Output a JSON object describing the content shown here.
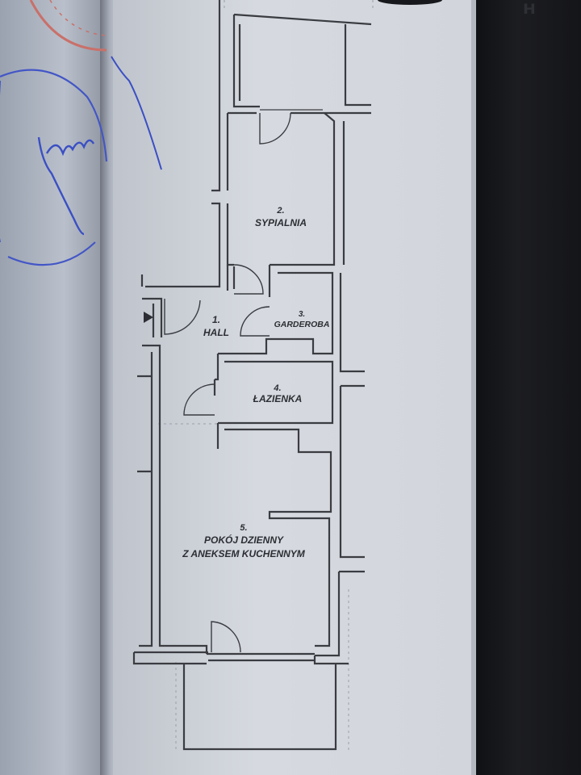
{
  "rooms": [
    {
      "number": "1.",
      "name": "HALL"
    },
    {
      "number": "2.",
      "name": "SYPIALNIA"
    },
    {
      "number": "3.",
      "name": "GARDEROBA"
    },
    {
      "number": "4.",
      "name": "ŁAZIENKA"
    },
    {
      "number": "5.",
      "name_line1": "POKÓJ DZIENNY",
      "name_line2": "Z ANEKSEM KUCHENNYM"
    }
  ],
  "colors": {
    "wall": "#3a3c41",
    "stamp": "#c9706a",
    "signature_ink": "#3b4fc4",
    "paper": "#d6dae0"
  }
}
